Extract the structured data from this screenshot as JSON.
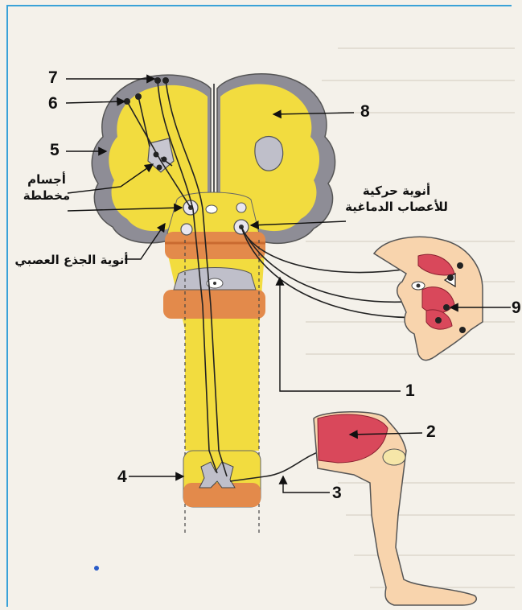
{
  "labels": {
    "n1": "1",
    "n2": "2",
    "n3": "3",
    "n4": "4",
    "n5": "5",
    "n6": "6",
    "n7": "7",
    "n8": "8",
    "n9": "9",
    "bodies_line1": "أجسام",
    "bodies_line2": "مخططة",
    "brainstem_nuclei": "أنوية الجذع العصبي",
    "motor_nuclei_line1": "أنوية حركية",
    "motor_nuclei_line2": "للأعصاب الدماغية"
  },
  "colors": {
    "cortex_gray": "#8e8d96",
    "white_matter": "#f2dc3f",
    "spinal_orange": "#e38a4b",
    "muscle_red": "#d9485b",
    "skin": "#f5c89a",
    "frame_blue": "#3aa2d8"
  }
}
